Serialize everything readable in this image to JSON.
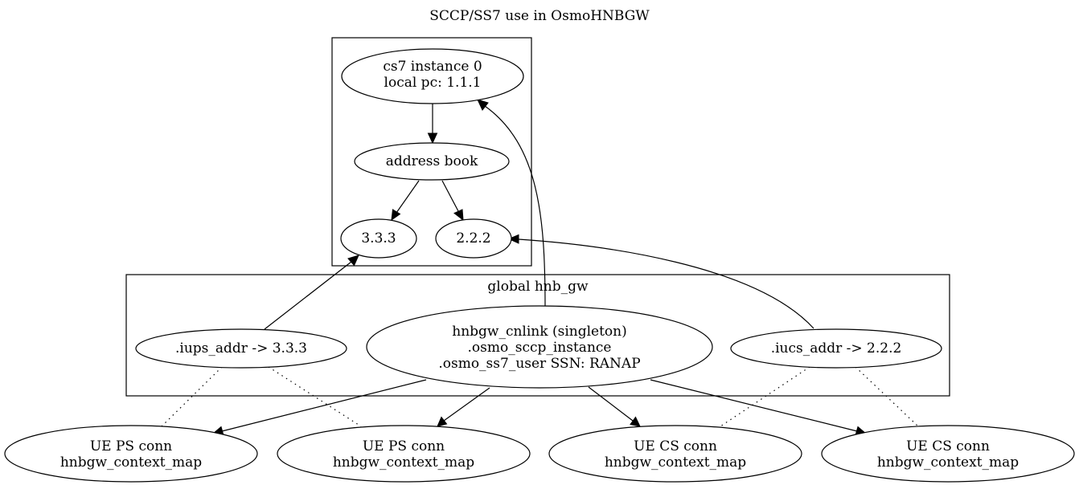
{
  "title": "SCCP/SS7 use in OsmoHNBGW",
  "clusters": {
    "cs7": "",
    "global": "global hnb_gw"
  },
  "nodes": {
    "cs7_instance": {
      "line1": "cs7 instance 0",
      "line2": "local pc: 1.1.1"
    },
    "address_book": {
      "line1": "address book"
    },
    "pc_333": {
      "line1": "3.3.3"
    },
    "pc_222": {
      "line1": "2.2.2"
    },
    "iups_addr": {
      "line1": ".iups_addr -> 3.3.3"
    },
    "cnlink": {
      "line1": "hnbgw_cnlink (singleton)",
      "line2": ".osmo_sccp_instance",
      "line3": ".osmo_ss7_user SSN: RANAP"
    },
    "iucs_addr": {
      "line1": ".iucs_addr -> 2.2.2"
    },
    "ue_ps_1": {
      "line1": "UE PS conn",
      "line2": "hnbgw_context_map"
    },
    "ue_ps_2": {
      "line1": "UE PS conn",
      "line2": "hnbgw_context_map"
    },
    "ue_cs_1": {
      "line1": "UE CS conn",
      "line2": "hnbgw_context_map"
    },
    "ue_cs_2": {
      "line1": "UE CS conn",
      "line2": "hnbgw_context_map"
    }
  }
}
